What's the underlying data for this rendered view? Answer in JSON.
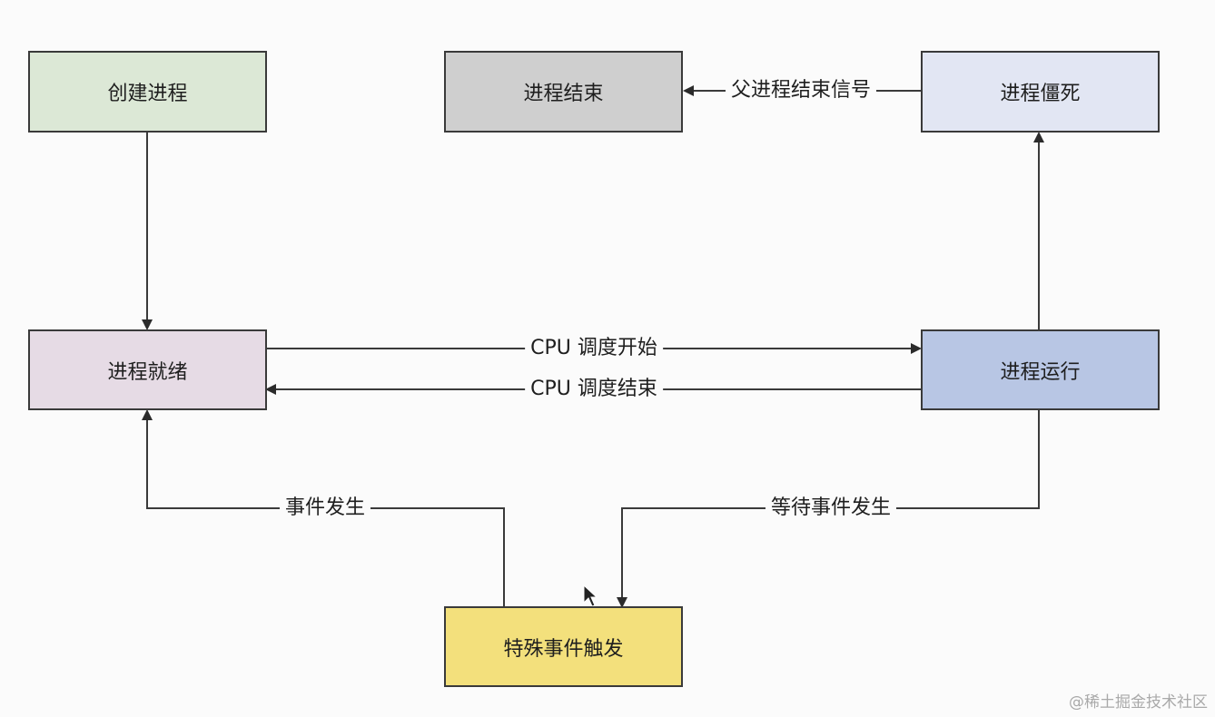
{
  "nodes": {
    "create": {
      "label": "创建进程",
      "color": "#dce8d6"
    },
    "terminated": {
      "label": "进程结束",
      "color": "#cfcfcf"
    },
    "zombie": {
      "label": "进程僵死",
      "color": "#e2e6f3"
    },
    "ready": {
      "label": "进程就绪",
      "color": "#e6dbe5"
    },
    "running": {
      "label": "进程运行",
      "color": "#b8c6e4"
    },
    "event": {
      "label": "特殊事件触发",
      "color": "#f3e07c"
    }
  },
  "edges": {
    "parent_end_signal": "父进程结束信号",
    "cpu_schedule_start": "CPU 调度开始",
    "cpu_schedule_end": "CPU 调度结束",
    "event_occurs": "事件发生",
    "wait_event": "等待事件发生"
  },
  "watermark": "@稀土掘金技术社区"
}
